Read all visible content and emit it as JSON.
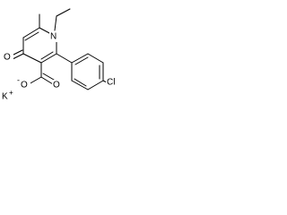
{
  "molecule": {
    "atoms": {
      "nitrogen": "N",
      "oxo_oxygen": "O",
      "carboxyl_oxygen": "O",
      "carboxylate_oxygen": "O",
      "carboxylate_charge": "-",
      "chlorine": "Cl",
      "counter_ion": "K",
      "counter_ion_charge": "+"
    }
  }
}
